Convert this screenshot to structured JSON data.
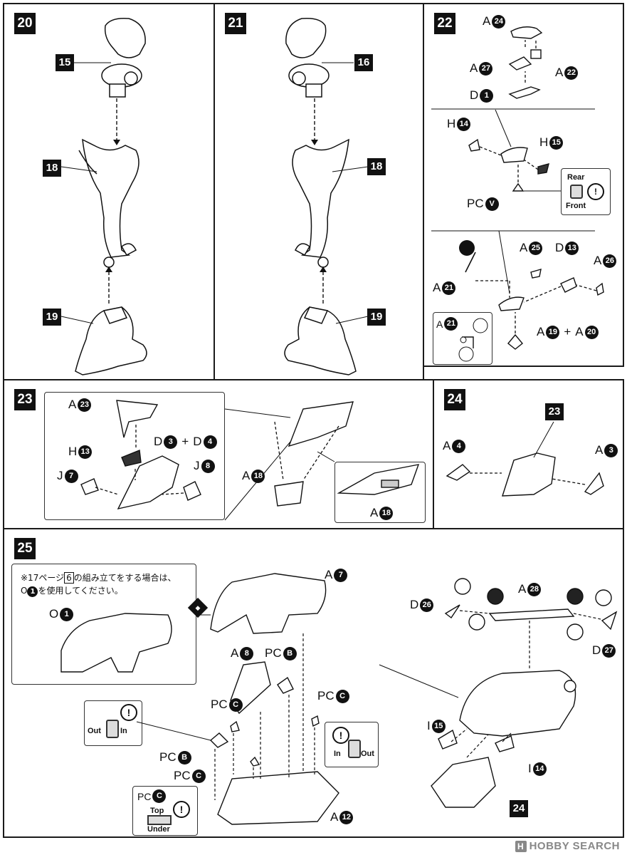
{
  "steps": {
    "s20": {
      "number": "20",
      "labels": {
        "l15": "15",
        "l18": "18",
        "l19": "19"
      }
    },
    "s21": {
      "number": "21",
      "labels": {
        "l16": "16",
        "l18": "18",
        "l19": "19"
      }
    },
    "s22": {
      "number": "22",
      "a24": {
        "letter": "A",
        "num": "24"
      },
      "a27": {
        "letter": "A",
        "num": "27"
      },
      "a22": {
        "letter": "A",
        "num": "22"
      },
      "d1": {
        "letter": "D",
        "num": "1"
      },
      "h14": {
        "letter": "H",
        "num": "14"
      },
      "h15": {
        "letter": "H",
        "num": "15"
      },
      "pcv": {
        "letter": "PC",
        "num": "V"
      },
      "rear": "Rear",
      "front": "Front",
      "a25": {
        "letter": "A",
        "num": "25"
      },
      "d13": {
        "letter": "D",
        "num": "13"
      },
      "a26": {
        "letter": "A",
        "num": "26"
      },
      "a21": {
        "letter": "A",
        "num": "21"
      },
      "a21b": {
        "letter": "A",
        "num": "21"
      },
      "a19": {
        "letter": "A",
        "num": "19"
      },
      "plus": "+",
      "a20": {
        "letter": "A",
        "num": "20"
      }
    },
    "s23": {
      "number": "23",
      "a23": {
        "letter": "A",
        "num": "23"
      },
      "h13": {
        "letter": "H",
        "num": "13"
      },
      "d3": {
        "letter": "D",
        "num": "3"
      },
      "plus": "+",
      "d4": {
        "letter": "D",
        "num": "4"
      },
      "j7": {
        "letter": "J",
        "num": "7"
      },
      "j8": {
        "letter": "J",
        "num": "8"
      },
      "a18": {
        "letter": "A",
        "num": "18"
      },
      "a18b": {
        "letter": "A",
        "num": "18"
      }
    },
    "s24": {
      "number": "24",
      "a4": {
        "letter": "A",
        "num": "4"
      },
      "l23": "23",
      "a3": {
        "letter": "A",
        "num": "3"
      }
    },
    "s25": {
      "number": "25",
      "note_line1": "※17ページ",
      "note_ref": "6",
      "note_line1_end": "の組み立てをする場合は、",
      "note_line2_part": "O",
      "note_line2_num": "1",
      "note_line2_end": "を使用してください。",
      "o1": {
        "letter": "O",
        "num": "1"
      },
      "a7": {
        "letter": "A",
        "num": "7"
      },
      "a8": {
        "letter": "A",
        "num": "8"
      },
      "pcb": {
        "letter": "PC",
        "num": "B"
      },
      "pcb2": {
        "letter": "PC",
        "num": "B"
      },
      "pcc1": {
        "letter": "PC",
        "num": "C"
      },
      "pcc2": {
        "letter": "PC",
        "num": "C"
      },
      "pcc3": {
        "letter": "PC",
        "num": "C"
      },
      "pcc4": {
        "letter": "PC",
        "num": "C"
      },
      "a12": {
        "letter": "A",
        "num": "12"
      },
      "out_left": "Out",
      "in_left": "In",
      "in_right": "In",
      "out_right": "Out",
      "top": "Top",
      "under": "Under",
      "d26": {
        "letter": "D",
        "num": "26"
      },
      "a28": {
        "letter": "A",
        "num": "28"
      },
      "d27": {
        "letter": "D",
        "num": "27"
      },
      "i15": {
        "letter": "I",
        "num": "15"
      },
      "i14": {
        "letter": "I",
        "num": "14"
      },
      "l24": "24"
    }
  },
  "watermark": {
    "brand": "HOBBY SEARCH",
    "mark": "H"
  }
}
